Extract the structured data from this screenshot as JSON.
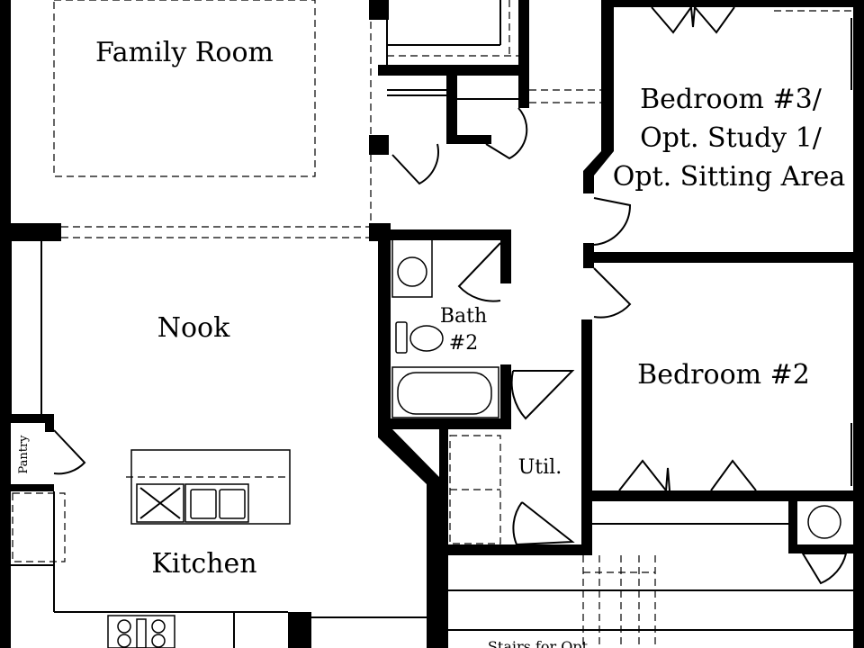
{
  "rooms": {
    "family_room": "Family Room",
    "bedroom3_line1": "Bedroom #3/",
    "bedroom3_line2": "Opt. Study 1/",
    "bedroom3_line3": "Opt. Sitting Area",
    "nook": "Nook",
    "bath_line1": "Bath",
    "bath_line2": "#2",
    "bedroom2": "Bedroom #2",
    "pantry": "Pantry",
    "util": "Util.",
    "kitchen": "Kitchen",
    "stairs": "Stairs for Opt."
  },
  "colors": {
    "wall": "#000000",
    "background": "#ffffff"
  }
}
